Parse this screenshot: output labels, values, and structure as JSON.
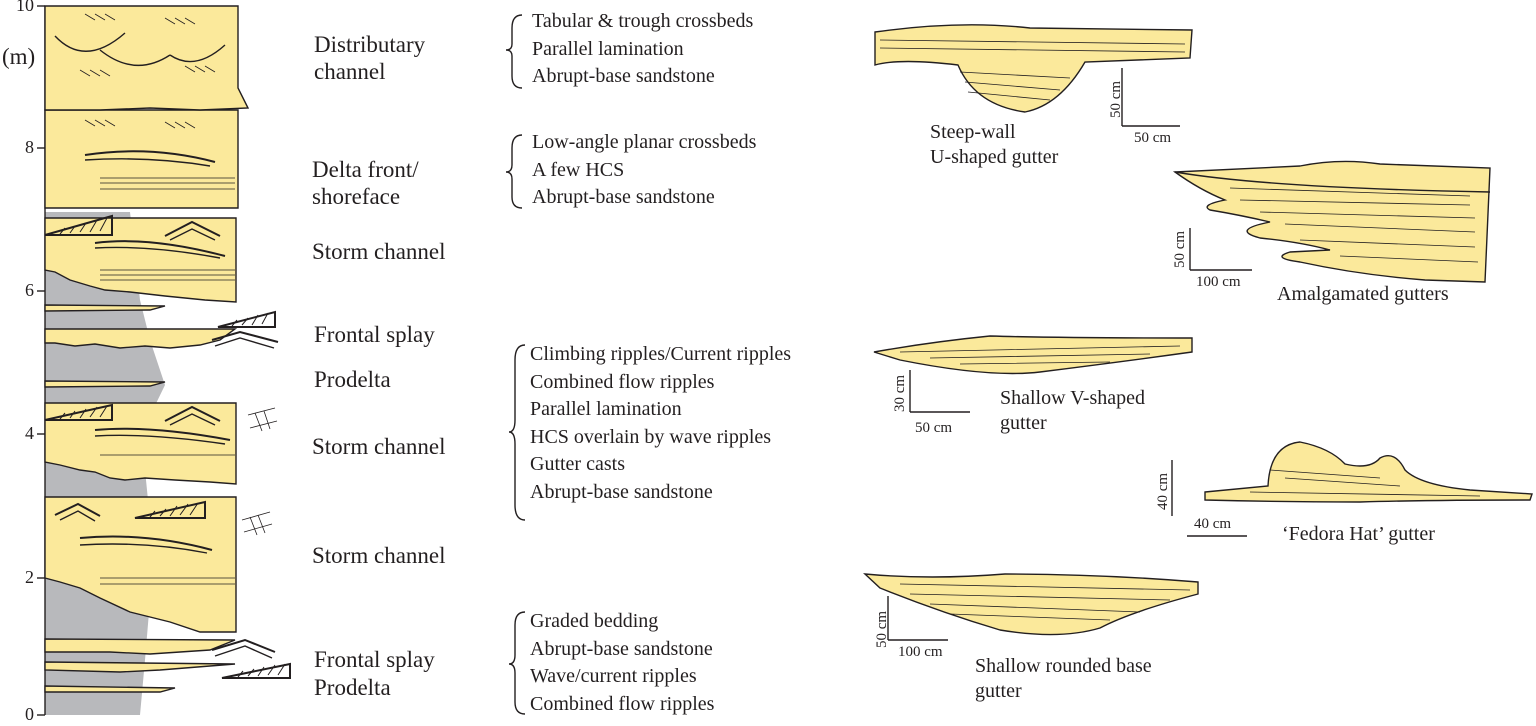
{
  "axis": {
    "unit": "(m)",
    "ticks": [
      "0",
      "2",
      "4",
      "6",
      "8",
      "10"
    ]
  },
  "facies": [
    {
      "id": "distributary",
      "line1": "Distributary",
      "line2": "channel"
    },
    {
      "id": "delta-front",
      "line1": "Delta front/",
      "line2": "shoreface"
    },
    {
      "id": "storm-1",
      "line1": "Storm channel"
    },
    {
      "id": "frontal-1",
      "line1": "Frontal splay"
    },
    {
      "id": "prodelta-1",
      "line1": "Prodelta"
    },
    {
      "id": "storm-2",
      "line1": "Storm channel"
    },
    {
      "id": "storm-3",
      "line1": "Storm channel"
    },
    {
      "id": "frontal-2",
      "line1": "Frontal splay"
    },
    {
      "id": "prodelta-2",
      "line1": "Prodelta"
    }
  ],
  "features": {
    "group1": [
      "Tabular & trough crossbeds",
      "Parallel lamination",
      "Abrupt-base sandstone"
    ],
    "group2": [
      "Low-angle planar crossbeds",
      "A few HCS",
      "Abrupt-base sandstone"
    ],
    "group3": [
      "Climbing ripples/Current ripples",
      "Combined flow ripples",
      "Parallel lamination",
      "HCS overlain by wave ripples",
      "Gutter casts",
      "Abrupt-base sandstone"
    ],
    "group4": [
      "Graded bedding",
      "Abrupt-base sandstone",
      "Wave/current ripples",
      "Combined flow ripples"
    ]
  },
  "gutters": [
    {
      "id": "u-shaped",
      "caption1": "Steep-wall",
      "caption2": "U-shaped gutter",
      "vscale": "50 cm",
      "hscale": "50 cm"
    },
    {
      "id": "amalgamated",
      "caption1": "Amalgamated gutters",
      "vscale": "50 cm",
      "hscale": "100 cm"
    },
    {
      "id": "v-shaped",
      "caption1": "Shallow V-shaped",
      "caption2": "gutter",
      "vscale": "30 cm",
      "hscale": "50 cm"
    },
    {
      "id": "fedora",
      "caption1": "‘Fedora Hat’ gutter",
      "vscale": "40 cm",
      "hscale": "40 cm"
    },
    {
      "id": "rounded",
      "caption1": "Shallow rounded base",
      "caption2": "gutter",
      "vscale": "50 cm",
      "hscale": "100 cm"
    }
  ],
  "colors": {
    "sand": "#fbe99b",
    "mud": "#b8b9bc",
    "line": "#231f20"
  }
}
